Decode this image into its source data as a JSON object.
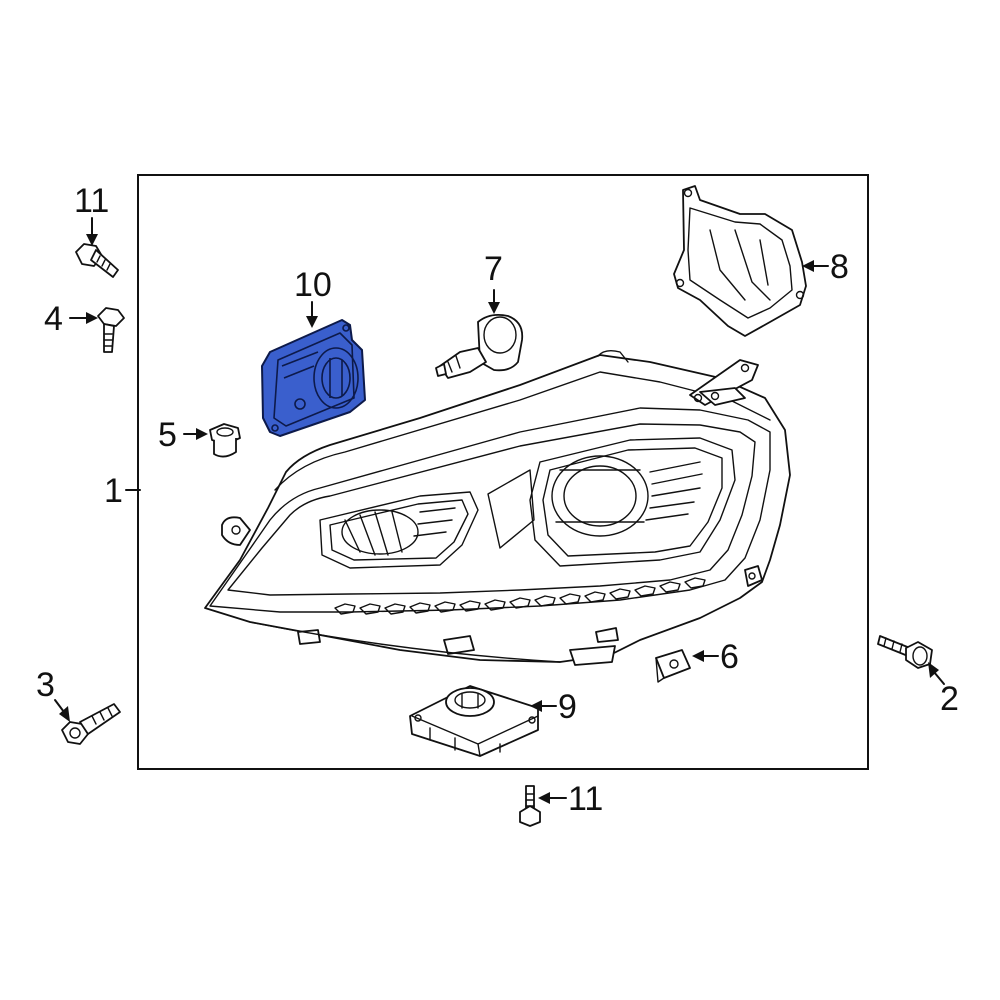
{
  "diagram": {
    "callouts": {
      "c1": "1",
      "c2": "2",
      "c3": "3",
      "c4": "4",
      "c5": "5",
      "c6": "6",
      "c7": "7",
      "c8": "8",
      "c9": "9",
      "c10": "10",
      "c11_top": "11",
      "c11_bottom": "11"
    },
    "highlighted_part": "10",
    "colors": {
      "highlight": "#3a5fcd",
      "line": "#111111",
      "background": "#ffffff"
    }
  }
}
